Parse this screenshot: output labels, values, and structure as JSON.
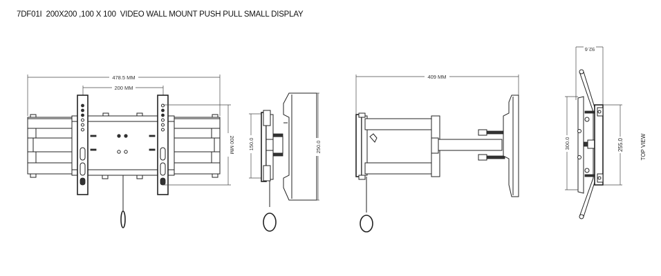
{
  "title": "7DF01I  200X200 ,100 X 100  VIDEO WALL MOUNT PUSH PULL SMALL DISPLAY",
  "front_view": {
    "overall_width": "478.5 MM",
    "vesa_width": "200 MM",
    "vesa_height": "200 MM"
  },
  "side_view_collapsed": {
    "plate_height": "150.0",
    "display_height": "250.0"
  },
  "side_view_extended": {
    "extension": "409 MM"
  },
  "top_view": {
    "depth": "92.6",
    "display_width": "300.0",
    "plate_width": "255.0",
    "label": "TOP VIEW"
  }
}
